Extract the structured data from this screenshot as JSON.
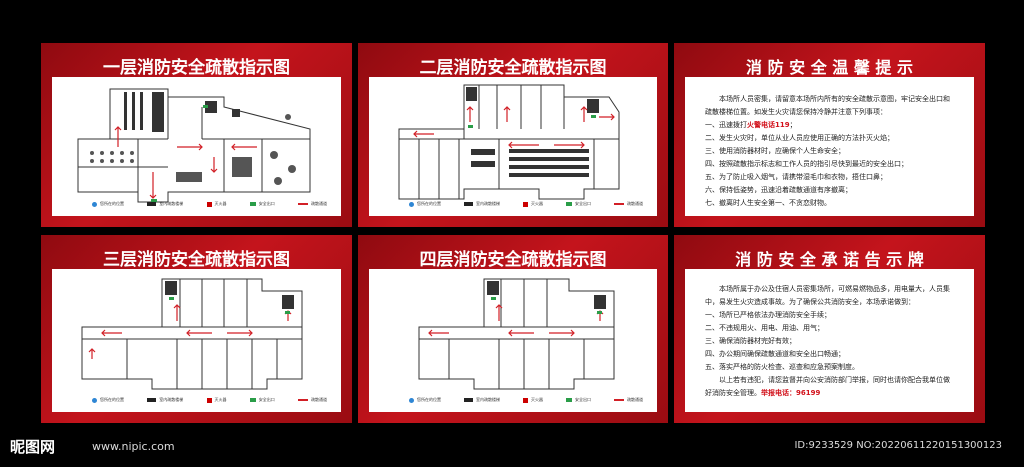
{
  "panels": {
    "p1": {
      "title": "一层消防安全疏散指示图"
    },
    "p2": {
      "title": "二层消防安全疏散指示图"
    },
    "p4": {
      "title": "三层消防安全疏散指示图"
    },
    "p5": {
      "title": "四层消防安全疏散指示图"
    }
  },
  "legend": {
    "position": "您所在的位置",
    "stairs": "室内疏散楼梯",
    "extinguisher": "灭火器",
    "exit": "安全出口",
    "route": "疏散通道"
  },
  "tips": {
    "title": "消 防 安 全 温 馨 提 示",
    "intro": "本场所人员密集，请留意本场所内所有的安全疏散示意图，牢记安全出口和疏散楼梯位置。如发生火灾请您保持冷静并注意下列事项：",
    "item1_pre": "一、迅速拨打",
    "item1_hl": "火警电话119",
    "item1_post": "；",
    "item2": "二、发生火灾时，单位从业人员应使用正确的方法扑灭火焰；",
    "item3": "三、使用消防器材时，应确保个人生命安全；",
    "item4": "四、按照疏散指示标志和工作人员的指引尽快到最近的安全出口；",
    "item5": "五、为了防止吸入烟气，请携带湿毛巾和衣物，捂住口鼻；",
    "item6": "六、保持低姿势，迅速沿着疏散通道有序撤离；",
    "item7": "七、撤离时人生安全第一、不贪恋财物。"
  },
  "pledge": {
    "title": "消 防 安 全 承 诺 告 示 牌",
    "intro": "本场所属于办公及住宿人员密集场所，可燃易燃物品多，用电量大，人员集中，易发生火灾造成事故。为了确保公共消防安全，本场承诺做到：",
    "item1": "一、场所已严格依法办理消防安全手续；",
    "item2": "二、不违规用火、用电、用油、用气；",
    "item3": "三、确保消防器材完好有效；",
    "item4": "四、办公期间确保疏散通道和安全出口畅通；",
    "item5": "五、落实严格的防火检查、巡查和应急预案制度。",
    "outro": "以上若有违犯，请您监督并向公安消防部门举报，同时也请你配合我单位做好消防安全管理。",
    "hotline": "举报电话：96199"
  },
  "watermark": {
    "logo": "昵图网",
    "url": "www.nipic.com",
    "id": "ID:9233529 NO:20220611220151300123"
  },
  "colors": {
    "panel_red": "#c4141c",
    "route_red": "#d21f26",
    "position_blue": "#2e86d4",
    "exit_green": "#2a9d48"
  }
}
